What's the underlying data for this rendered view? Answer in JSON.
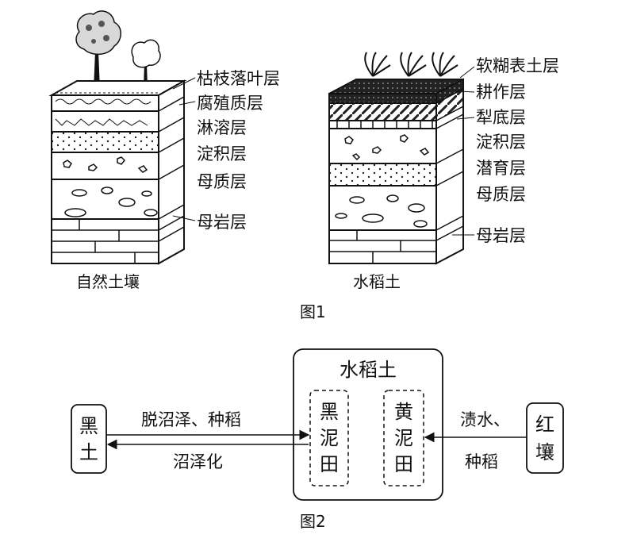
{
  "figure1": {
    "caption": "图1",
    "natural_soil": {
      "title": "自然土壤",
      "layers": [
        "枯枝落叶层",
        "腐殖质层",
        "淋溶层",
        "淀积层",
        "母质层",
        "母岩层"
      ]
    },
    "paddy_soil": {
      "title": "水稻土",
      "layers": [
        "软糊表土层",
        "耕作层",
        "犁底层",
        "淀积层",
        "潜育层",
        "母质层",
        "母岩层"
      ]
    }
  },
  "figure2": {
    "caption": "图2",
    "center_title": "水稻土",
    "black_soil": [
      "黑",
      "土"
    ],
    "red_soil": [
      "红",
      "壤"
    ],
    "black_mud_field": [
      "黑",
      "泥",
      "田"
    ],
    "yellow_mud_field": [
      "黄",
      "泥",
      "田"
    ],
    "arrow_top_label": "脱沼泽、种稻",
    "arrow_bottom_label": "沼泽化",
    "right_arrow_label_line1": "渍水、",
    "right_arrow_label_line2": "种稻"
  }
}
